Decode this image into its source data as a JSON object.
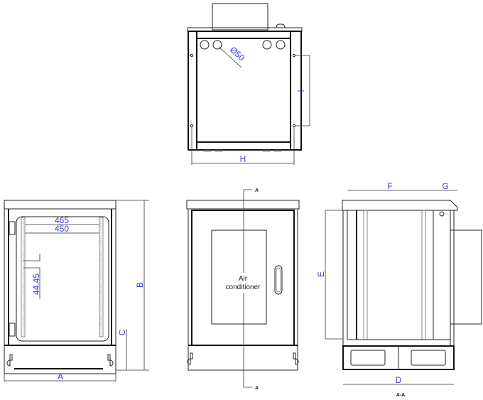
{
  "drawing": {
    "title": "Outdoor cabinet with air conditioner - dimension drawing",
    "colors": {
      "line": "#222222",
      "dimension_text": "#3b3bdc",
      "background": "#ffffff"
    },
    "top_view": {
      "hole_label": "Ø50",
      "dim_width": "H",
      "dim_depth": "I"
    },
    "front_open_view": {
      "dim_465": "465",
      "dim_450": "450",
      "dim_unit": "44.45",
      "dim_width": "A",
      "dim_height": "B",
      "dim_plinth": "C"
    },
    "front_door_view": {
      "panel_line1": "Air",
      "panel_line2": "conditioner",
      "section_top": "A",
      "section_bottom": "A"
    },
    "section_view": {
      "dim_F": "F",
      "dim_G": "G",
      "dim_E": "E",
      "dim_D": "D",
      "caption": "A-A"
    }
  }
}
